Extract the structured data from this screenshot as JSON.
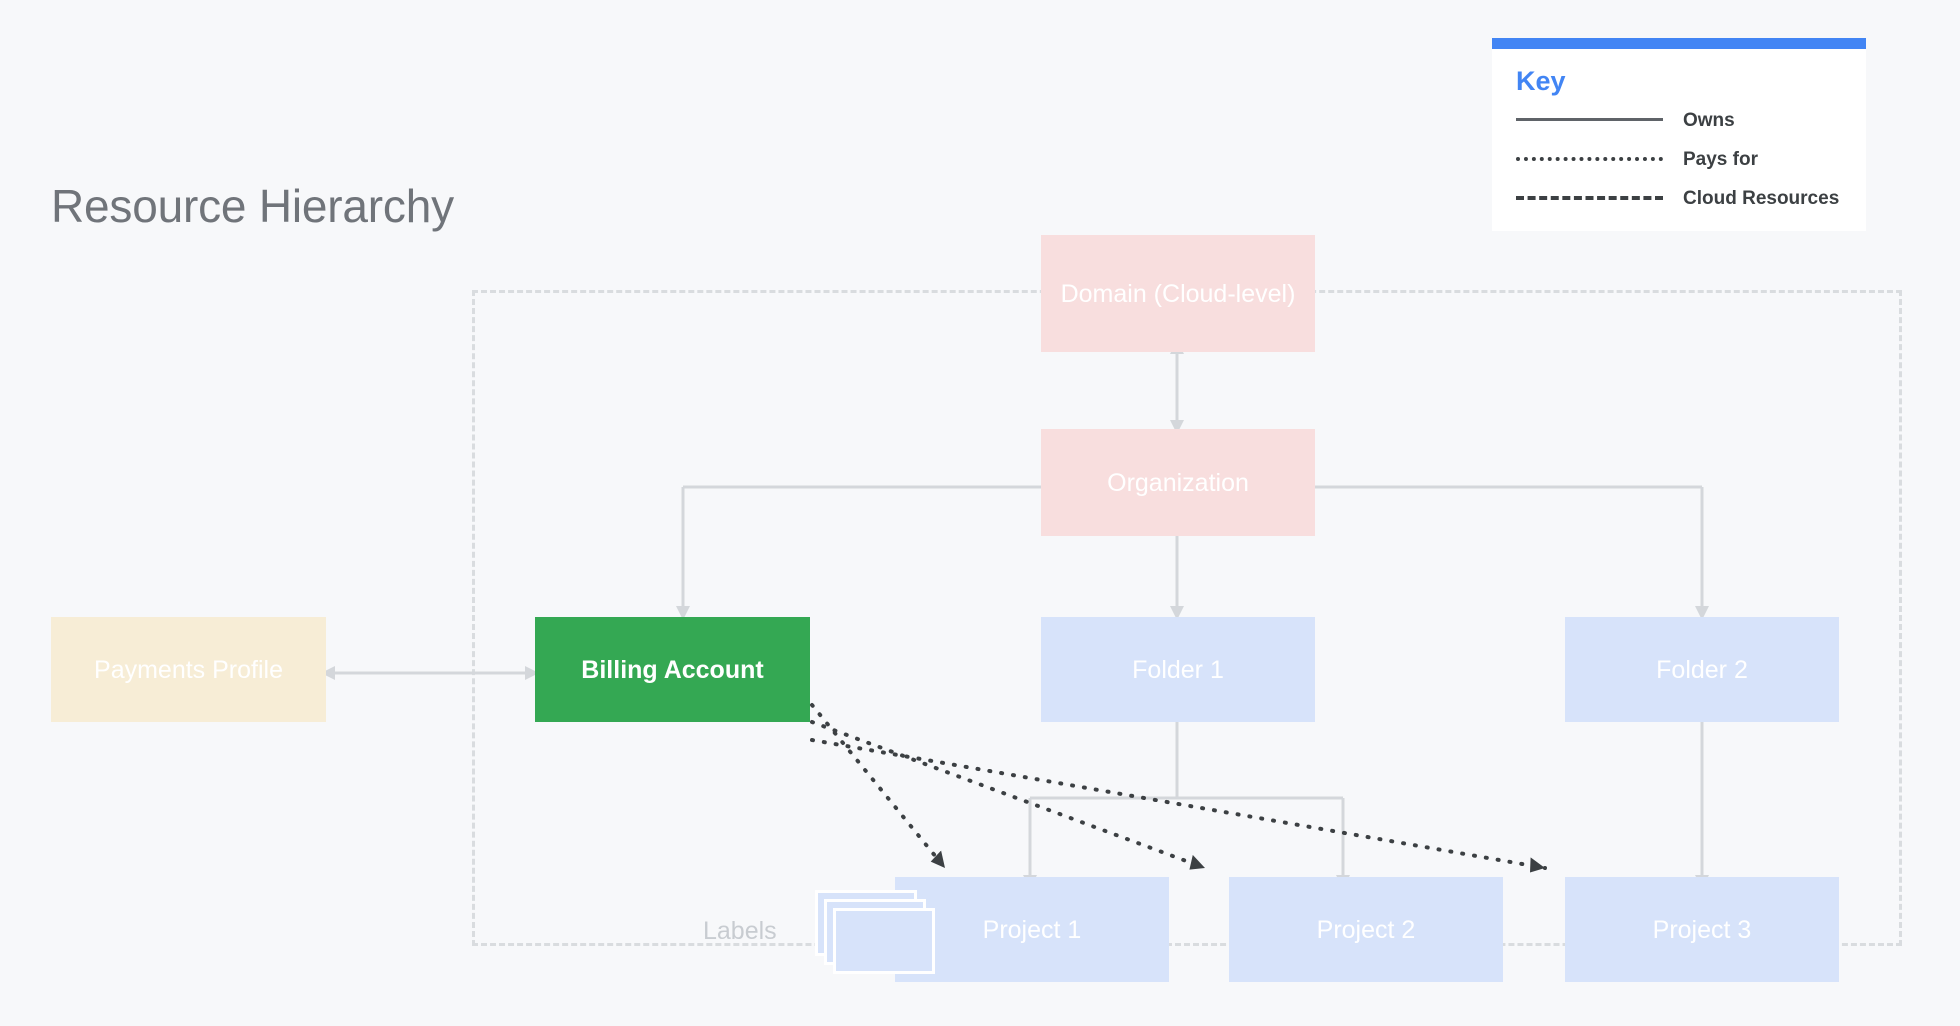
{
  "page": {
    "title": "Resource Hierarchy",
    "background_color": "#F7F8FA"
  },
  "legend": {
    "title": "Key",
    "accent_color": "#4285F4",
    "items": [
      {
        "style": "solid",
        "label": "Owns"
      },
      {
        "style": "dotted",
        "label": "Pays for"
      },
      {
        "style": "dashed",
        "label": "Cloud Resources"
      }
    ]
  },
  "nodes": {
    "domain": {
      "label": "Domain (Cloud-level)",
      "color": "#F8DEDE"
    },
    "organization": {
      "label": "Organization",
      "color": "#F8DEDE"
    },
    "payments_profile": {
      "label": "Payments Profile",
      "color": "#F7EDD6"
    },
    "billing_account": {
      "label": "Billing Account",
      "color": "#34A853"
    },
    "folder_1": {
      "label": "Folder 1",
      "color": "#D7E3FA"
    },
    "folder_2": {
      "label": "Folder 2",
      "color": "#D7E3FA"
    },
    "project_1": {
      "label": "Project 1",
      "color": "#D7E3FA"
    },
    "project_2": {
      "label": "Project 2",
      "color": "#D7E3FA"
    },
    "project_3": {
      "label": "Project 3",
      "color": "#D7E3FA"
    },
    "labels": {
      "label": "Labels",
      "color": "#D7E3FA"
    }
  },
  "colors": {
    "owns_line": "#D4D7DB",
    "pays_for_line": "#3C4043",
    "cloud_boundary": "#D9DCDF"
  }
}
